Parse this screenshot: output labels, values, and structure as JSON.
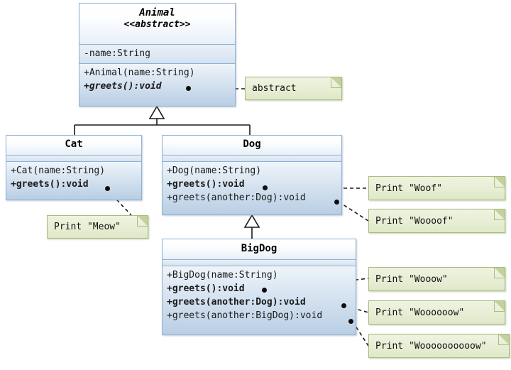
{
  "diagram": {
    "title": "UML class diagram - Animal hierarchy",
    "colors": {
      "class_border": "#8fb2d4",
      "class_title_bg": "#ffffff",
      "class_attr_bg": "#d4e2f0",
      "class_ops_bg": "#b9cee4",
      "note_bg": "#e7eed4",
      "note_border": "#a8bd7e",
      "line": "#1a1a1a"
    }
  },
  "classes": [
    {
      "id": "animal",
      "name": "Animal",
      "stereotype": "<<abstract>>",
      "abstract": true,
      "attributes": [
        "-name:String"
      ],
      "operations": [
        "+Animal(name:String)",
        "+greets():void"
      ]
    },
    {
      "id": "cat",
      "name": "Cat",
      "stereotype": "",
      "abstract": false,
      "attributes": [],
      "operations": [
        "+Cat(name:String)",
        "+greets():void"
      ]
    },
    {
      "id": "dog",
      "name": "Dog",
      "stereotype": "",
      "abstract": false,
      "attributes": [],
      "operations": [
        "+Dog(name:String)",
        "+greets():void",
        "+greets(another:Dog):void"
      ]
    },
    {
      "id": "bigdog",
      "name": "BigDog",
      "stereotype": "",
      "abstract": false,
      "attributes": [],
      "operations": [
        "+BigDog(name:String)",
        "+greets():void",
        "+greets(another:Dog):void",
        "+greets(another:BigDog):void"
      ]
    }
  ],
  "notes": [
    {
      "id": "note-abstract",
      "text": "abstract"
    },
    {
      "id": "note-woof",
      "text": "Print \"Woof\""
    },
    {
      "id": "note-woooof",
      "text": "Print \"Woooof\""
    },
    {
      "id": "note-meow",
      "text": "Print \"Meow\""
    },
    {
      "id": "note-wooow",
      "text": "Print \"Wooow\""
    },
    {
      "id": "note-woooooow",
      "text": "Print \"Woooooow\""
    },
    {
      "id": "note-woooooooooow",
      "text": "Print \"Woooooooooow\""
    }
  ],
  "generalizations": [
    {
      "from": "Cat",
      "to": "Animal"
    },
    {
      "from": "Dog",
      "to": "Animal"
    },
    {
      "from": "BigDog",
      "to": "Dog"
    }
  ]
}
